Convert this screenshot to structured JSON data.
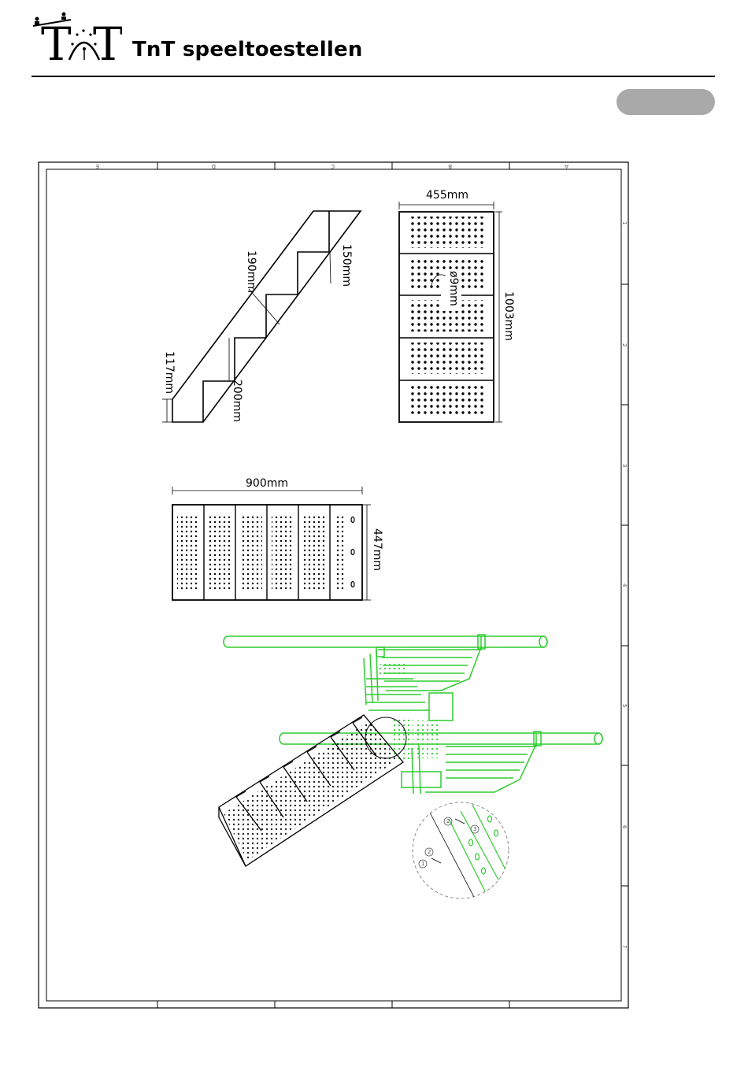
{
  "header": {
    "brand_name": "TnT speeltoestellen",
    "logo_letters": [
      "T",
      "T"
    ]
  },
  "drawing": {
    "column_letters": [
      "E",
      "D",
      "C",
      "B",
      "A"
    ],
    "row_numbers": [
      "1",
      "2",
      "3",
      "4",
      "5",
      "6",
      "7"
    ],
    "stair_side": {
      "dim_190": "190mm",
      "dim_150": "150mm",
      "dim_117": "117mm",
      "dim_200": "200mm"
    },
    "tread_plate": {
      "width": "455mm",
      "length": "1003mm",
      "hole": "ø9mm"
    },
    "top_plate": {
      "width": "900mm",
      "depth": "447mm"
    },
    "detail_callouts": [
      "1",
      "2",
      "2",
      "3"
    ]
  },
  "colors": {
    "line": "#000000",
    "assembly_green": "#2ecc2e",
    "pill_grey": "#a9a9a9",
    "detail_circle": "#8a8a8a"
  }
}
